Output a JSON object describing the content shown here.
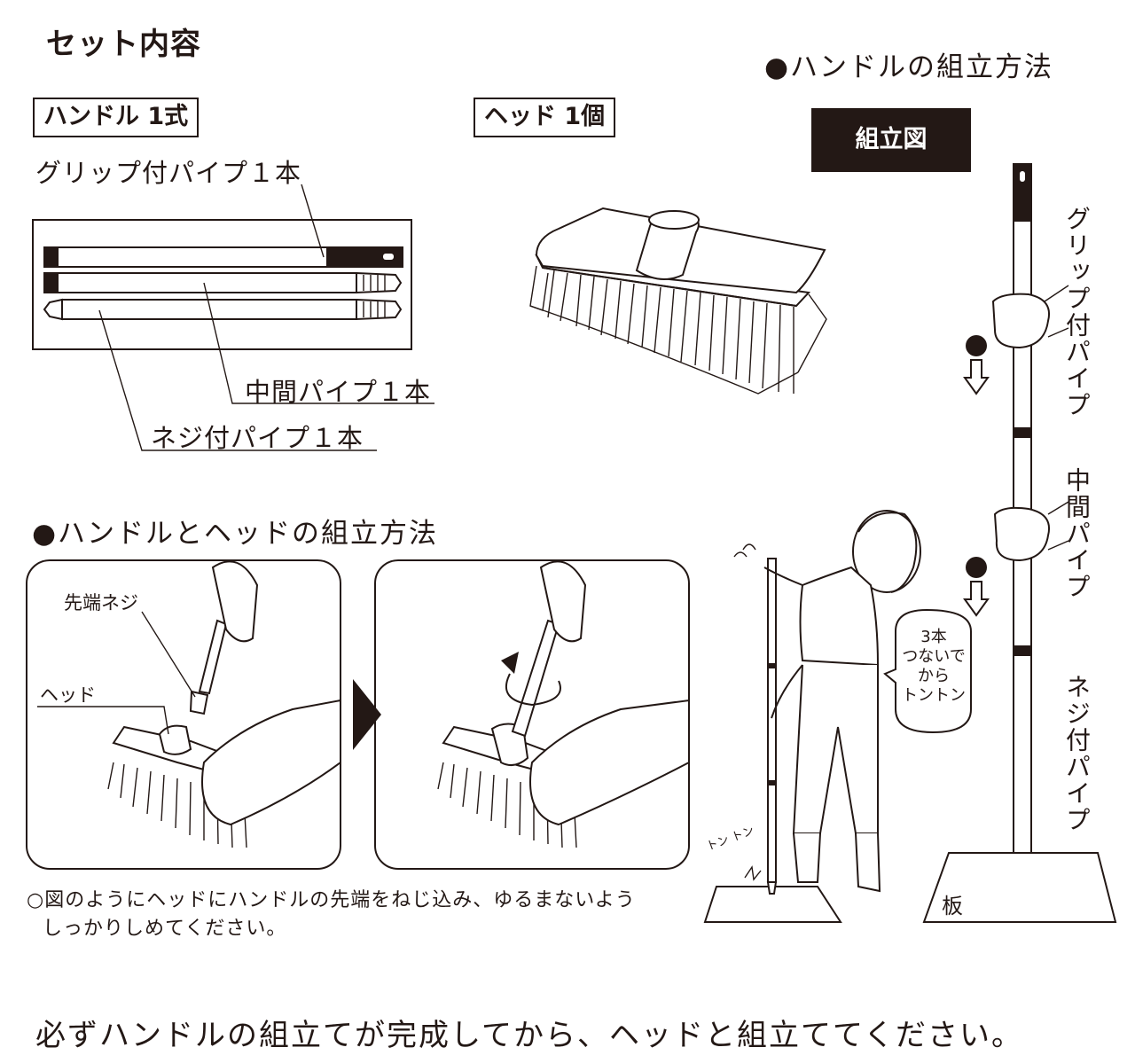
{
  "set_contents": {
    "title": "セット内容",
    "handle_box": "ハンドル 1式",
    "head_box": "ヘッド 1個",
    "grip_pipe": "グリップ付パイプ１本",
    "middle_pipe": "中間パイプ１本",
    "screw_pipe": "ネジ付パイプ１本"
  },
  "handle_assembly": {
    "title": "●ハンドルの組立方法",
    "diagram_label": "組立図",
    "grip_pipe": "グリップ付パイプ",
    "middle_pipe": "中間パイプ",
    "screw_pipe": "ネジ付パイプ",
    "board": "板",
    "bubble_lines": [
      "3本",
      "つないで",
      "から",
      "トントン"
    ],
    "sound": "トン トン"
  },
  "head_assembly": {
    "title": "●ハンドルとヘッドの組立方法",
    "tip_screw": "先端ネジ",
    "head": "ヘッド",
    "note_line1": "○図のようにヘッドにハンドルの先端をねじ込み、ゆるまないよう",
    "note_line2": "しっかりしめてください。"
  },
  "bottom_notice": "必ずハンドルの組立てが完成してから、ヘッドと組立ててください。",
  "colors": {
    "ink": "#231815",
    "paper": "#ffffff"
  }
}
